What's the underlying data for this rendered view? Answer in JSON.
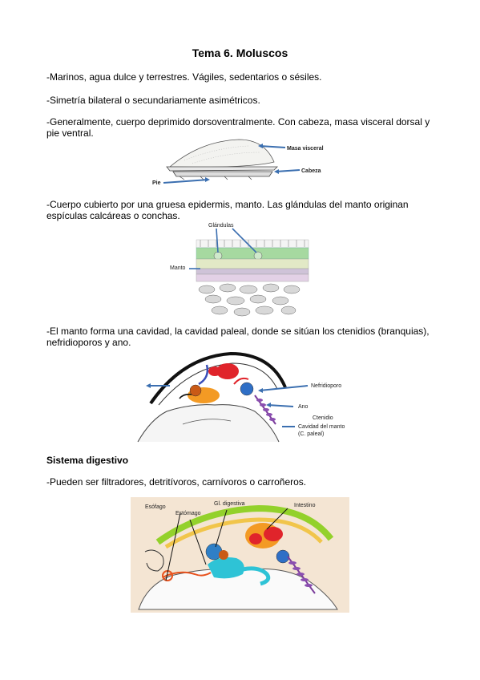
{
  "title": "Tema 6. Moluscos",
  "paragraphs": [
    "-Marinos, agua dulce y terrestres. Vágiles, sedentarios o sésiles.",
    "-Simetría bilateral o secundariamente asimétricos.",
    "-Generalmente, cuerpo deprimido dorsoventralmente. Con cabeza, masa visceral dorsal y pie ventral.",
    "-Cuerpo cubierto por una gruesa epidermis, manto. Las glándulas del manto originan espículas calcáreas o conchas.",
    "-El manto forma una cavidad, la cavidad paleal, donde se sitúan los ctenidios (branquias), nefridioporos y ano.",
    "-Pueden ser filtradores, detritívoros, carnívoros o carroñeros."
  ],
  "section_heading": "Sistema digestivo",
  "figure1": {
    "masa": "Masa visceral",
    "cabeza": "Cabeza",
    "pie": "Pie"
  },
  "figure2": {
    "glandulas": "Glándulas",
    "manto": "Manto"
  },
  "figure3": {
    "nefridioporo": "Nefridioporo",
    "ano": "Ano",
    "ctenidio": "Ctenidio",
    "cavidad1": "Cavidad del manto",
    "cavidad2": "(C. paleal)"
  },
  "figure4": {
    "esofago": "Esófago",
    "estomago": "Estómago",
    "gl": "Gl. digestiva",
    "intestino": "Intestino"
  }
}
